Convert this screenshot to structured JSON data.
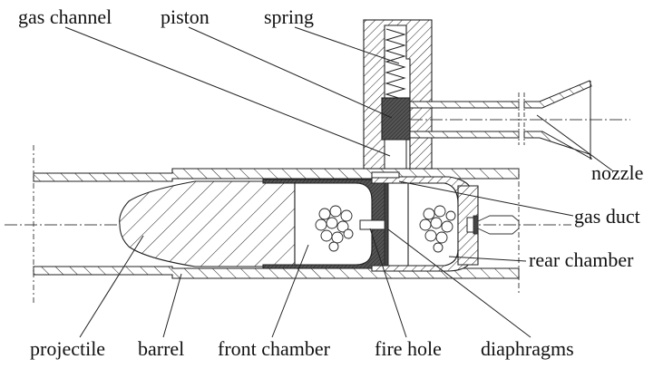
{
  "figure": {
    "title": "Gas-driven launcher cross-section",
    "labels": {
      "gas_channel": "gas channel",
      "piston": "piston",
      "spring": "spring",
      "nozzle": "nozzle",
      "gas_duct": "gas duct",
      "rear_chamber": "rear chamber",
      "projectile": "projectile",
      "barrel": "barrel",
      "front_chamber": "front chamber",
      "fire_hole": "fire hole",
      "diaphragms": "diaphragms"
    }
  }
}
